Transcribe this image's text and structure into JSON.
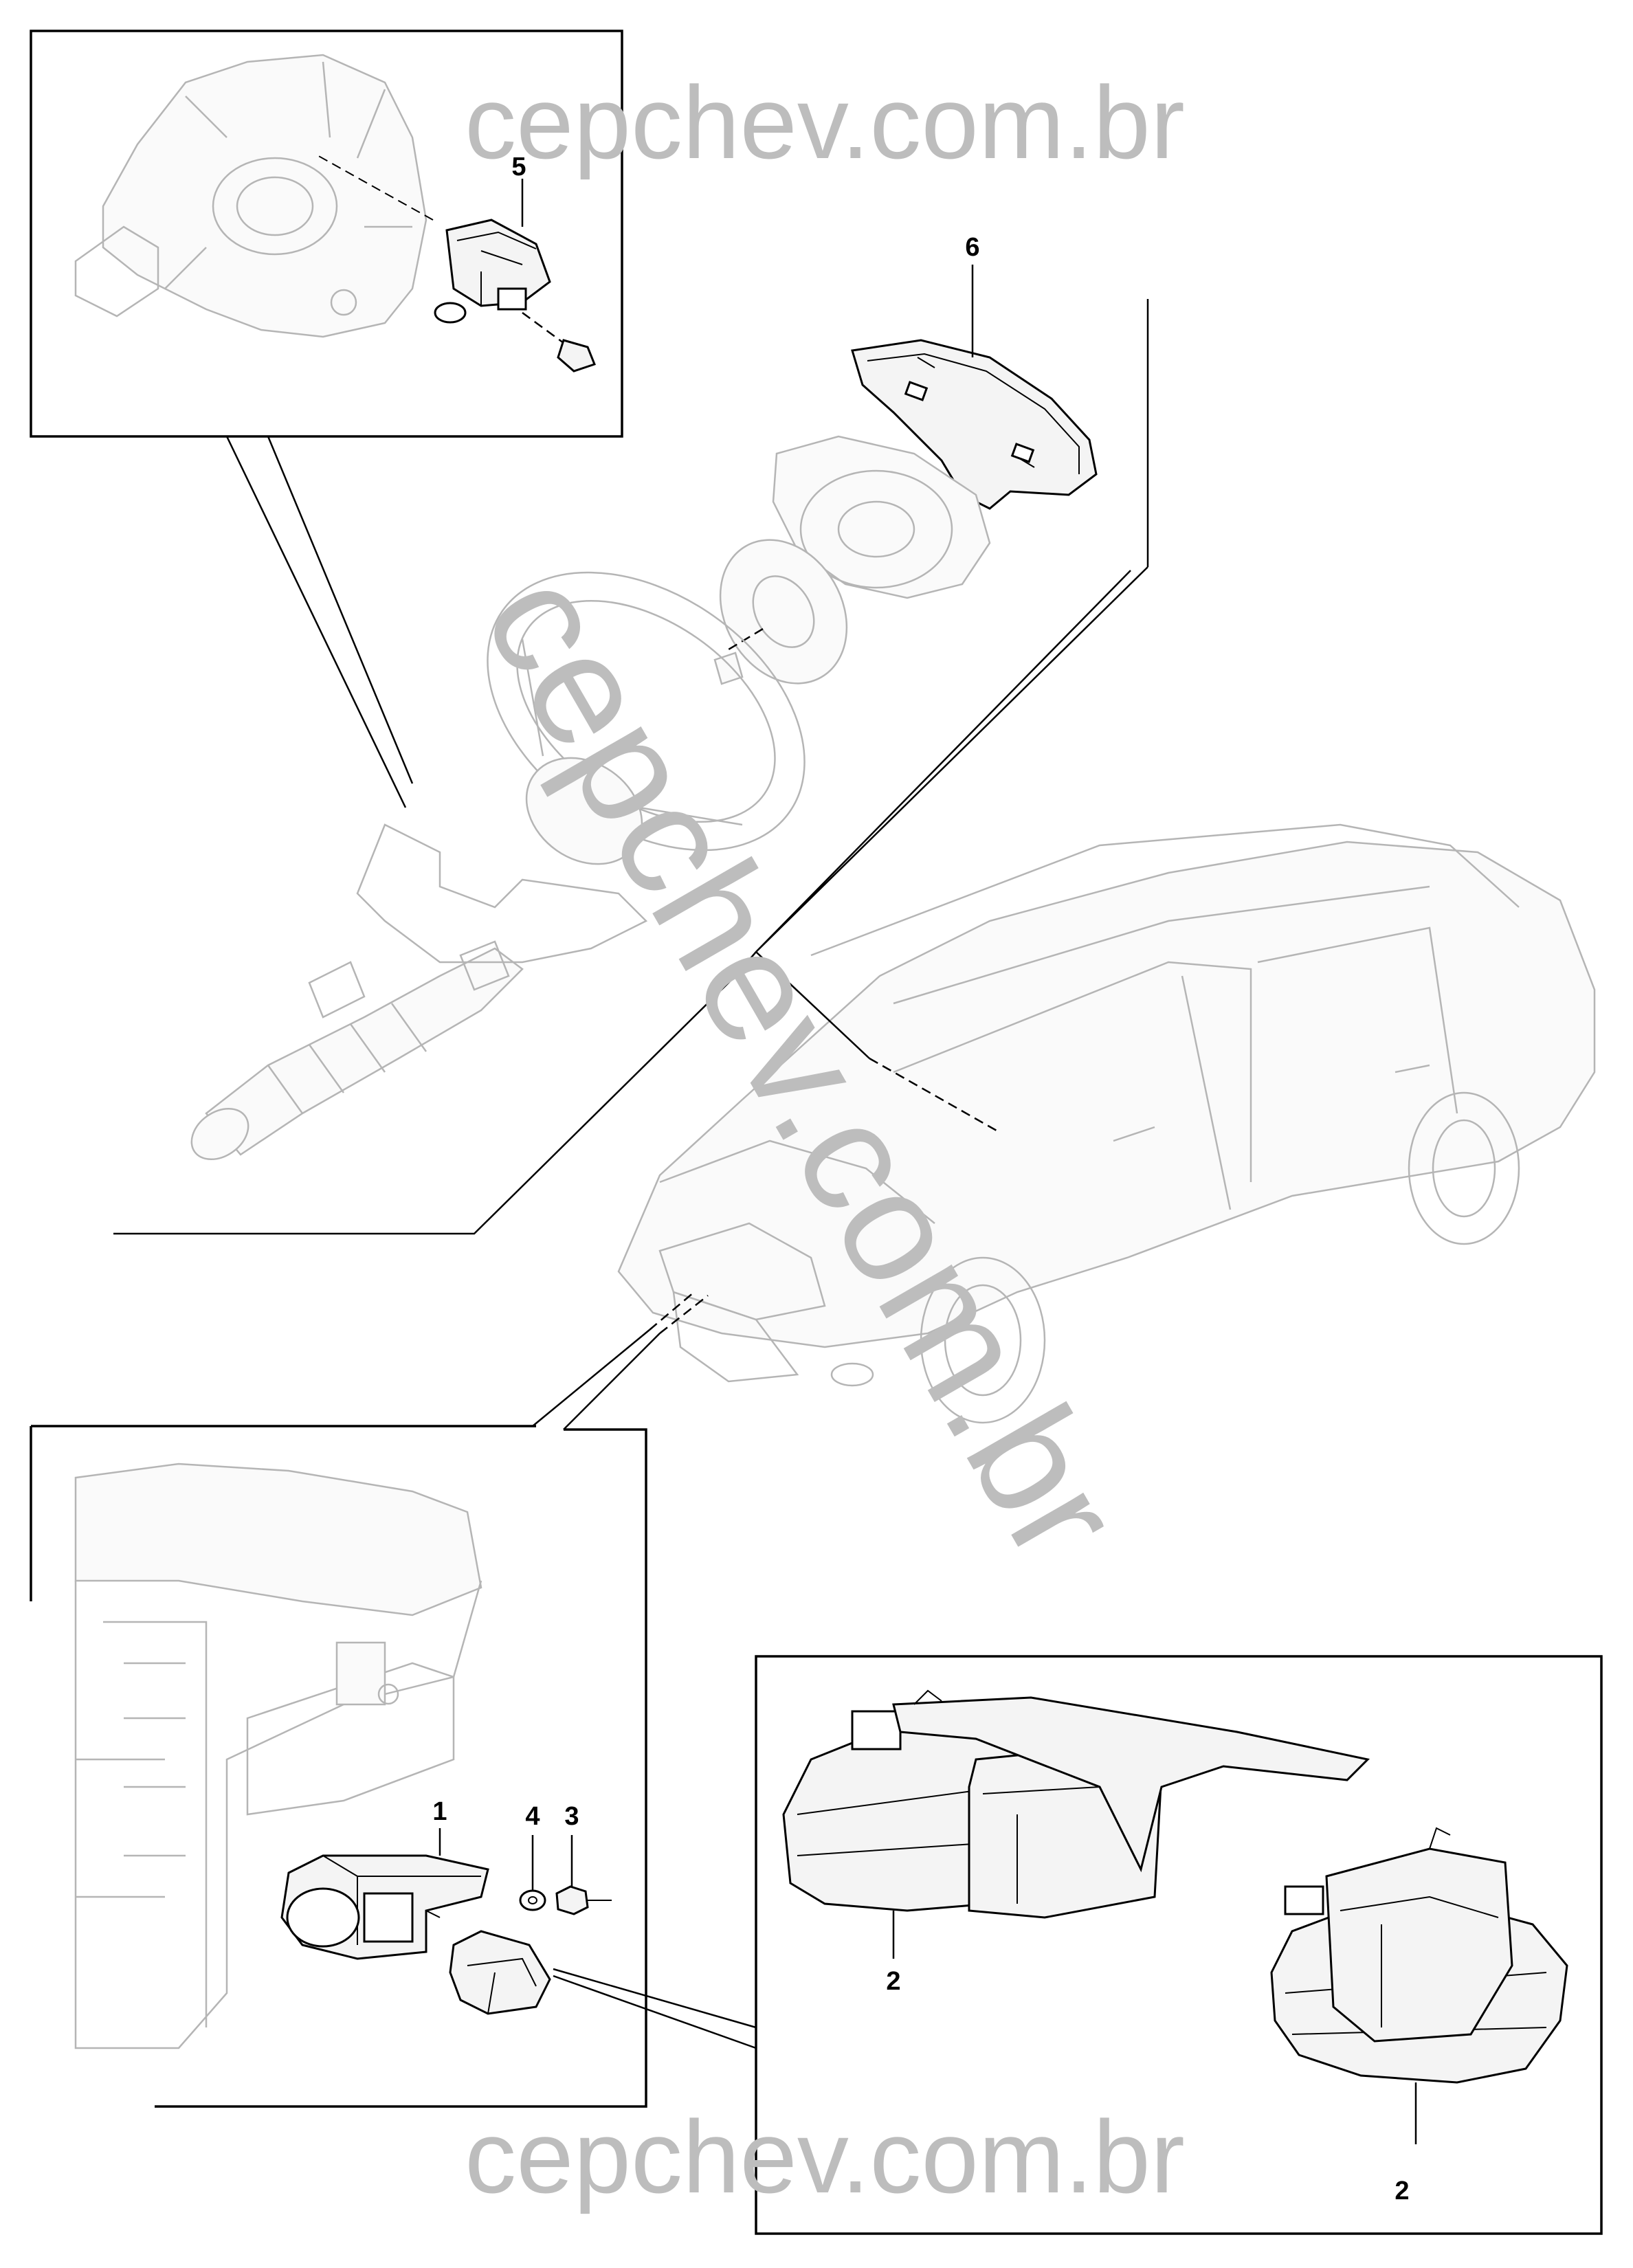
{
  "watermark": {
    "top": "cepchev.com.br",
    "bottom": "cepchev.com.br",
    "diagonal": "cepchev.com.br",
    "color": "#bdbdbd"
  },
  "callouts": {
    "c1": "1",
    "c2a": "2",
    "c2b": "2",
    "c3": "3",
    "c4": "4",
    "c5": "5",
    "c6": "6"
  }
}
